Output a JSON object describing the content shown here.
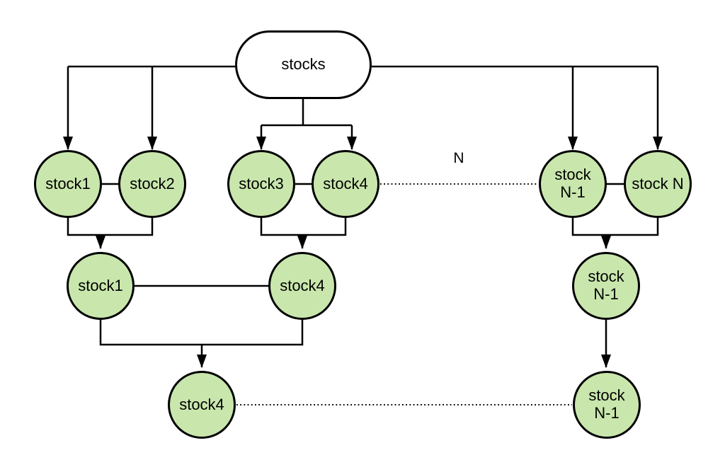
{
  "diagram": {
    "root_label": "stocks",
    "annotation": "N",
    "colors": {
      "node_fill": "#c9e7ad",
      "node_stroke": "#000000",
      "edge": "#000000",
      "root_fill": "#ffffff",
      "background": "#ffffff"
    },
    "levels": {
      "top": [
        "stock1",
        "stock2",
        "stock3",
        "stock4",
        "stock N-1",
        "stock N"
      ],
      "middle": [
        "stock1",
        "stock4",
        "stock N-1"
      ],
      "bottom": [
        "stock4",
        "stock N-1"
      ]
    }
  }
}
